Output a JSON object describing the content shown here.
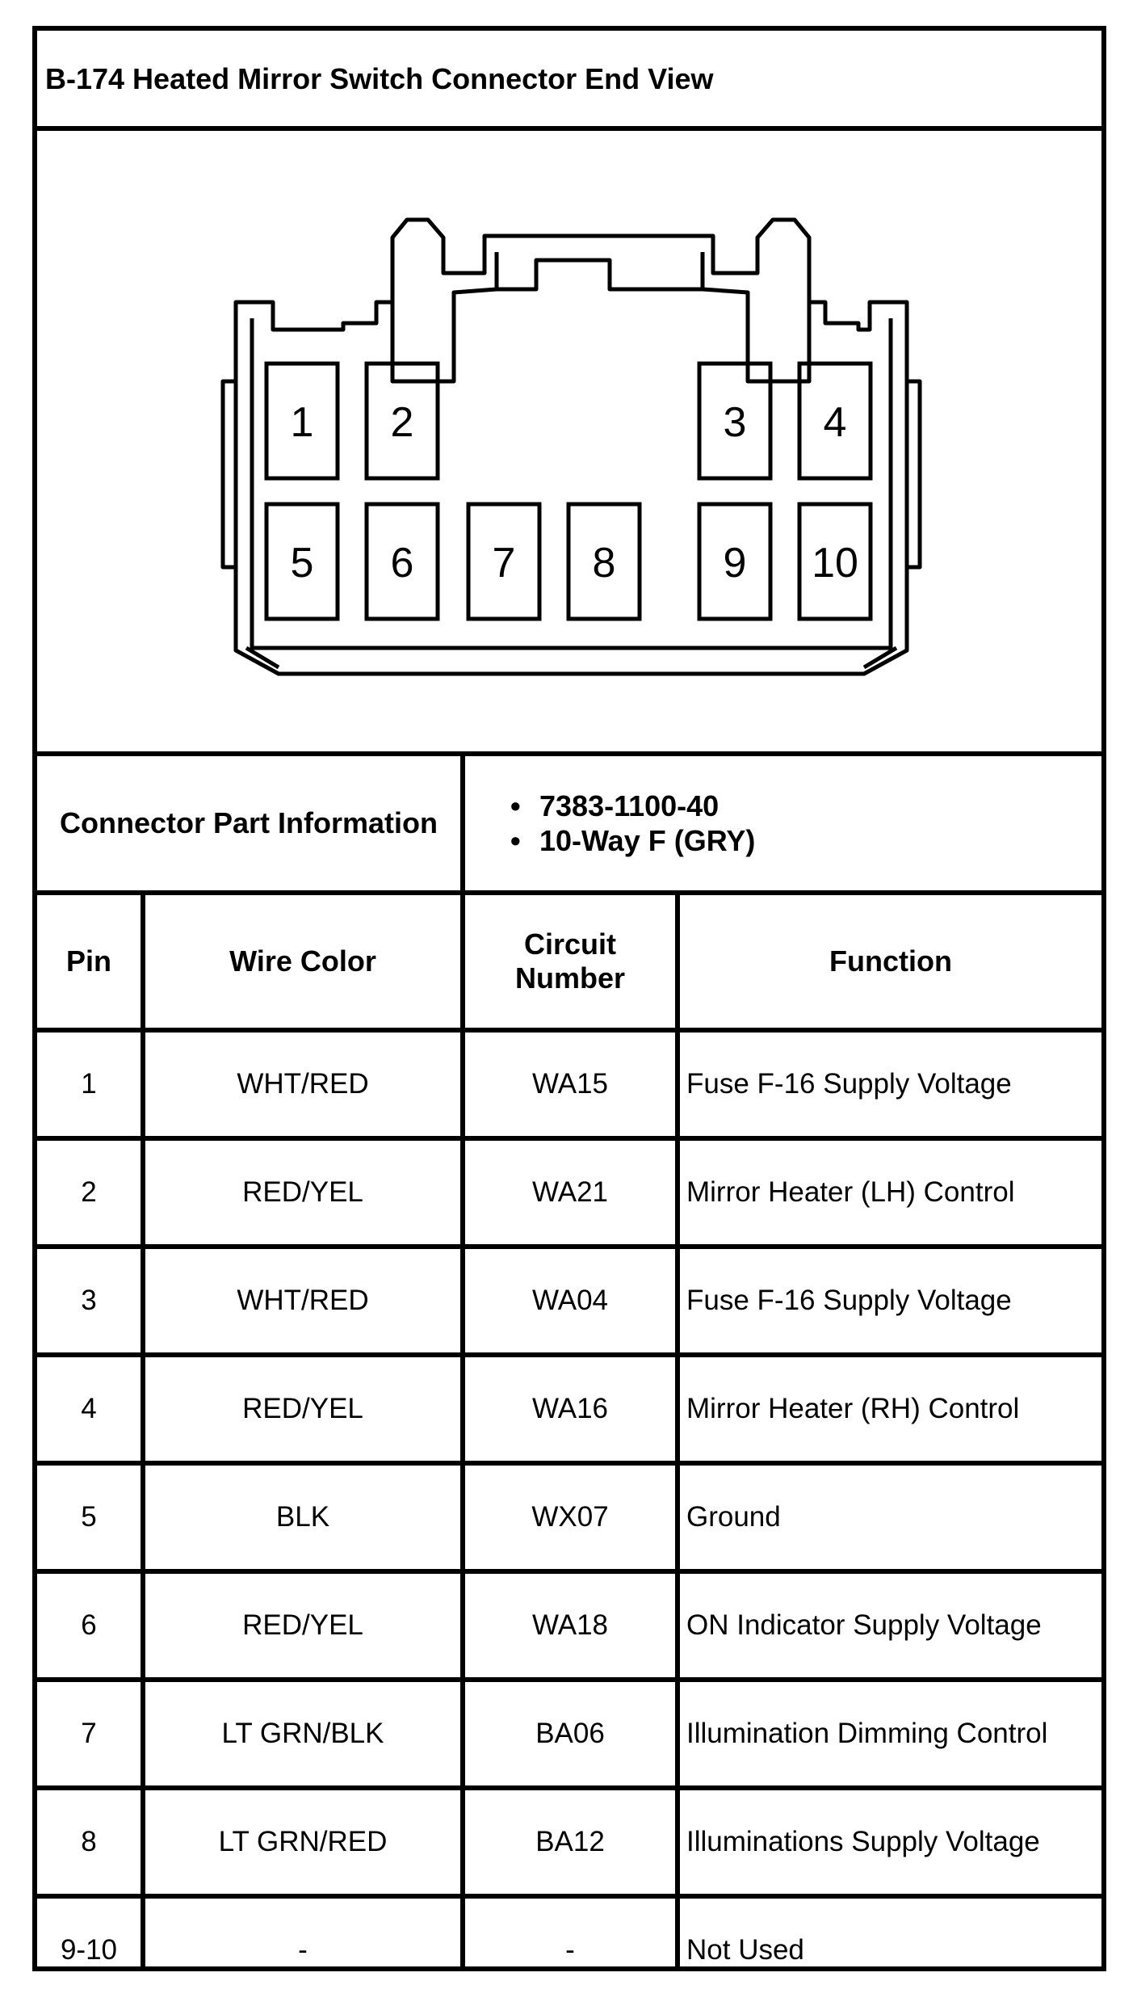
{
  "title": "B-174 Heated Mirror Switch Connector End View",
  "connector": {
    "pins_top": [
      "1",
      "2",
      "3",
      "4"
    ],
    "pins_bottom": [
      "5",
      "6",
      "7",
      "8",
      "9",
      "10"
    ]
  },
  "part_info": {
    "label": "Connector Part Information",
    "items": [
      "7383-1100-40",
      "10-Way F (GRY)"
    ]
  },
  "table": {
    "headers": {
      "pin": "Pin",
      "wire_color": "Wire Color",
      "circuit_line1": "Circuit",
      "circuit_line2": "Number",
      "function": "Function"
    },
    "rows": [
      {
        "pin": "1",
        "wire": "WHT/RED",
        "circuit": "WA15",
        "function": "Fuse F-16 Supply Voltage"
      },
      {
        "pin": "2",
        "wire": "RED/YEL",
        "circuit": "WA21",
        "function": "Mirror Heater (LH) Control"
      },
      {
        "pin": "3",
        "wire": "WHT/RED",
        "circuit": "WA04",
        "function": "Fuse F-16 Supply Voltage"
      },
      {
        "pin": "4",
        "wire": "RED/YEL",
        "circuit": "WA16",
        "function": "Mirror Heater (RH) Control"
      },
      {
        "pin": "5",
        "wire": "BLK",
        "circuit": "WX07",
        "function": "Ground"
      },
      {
        "pin": "6",
        "wire": "RED/YEL",
        "circuit": "WA18",
        "function": "ON Indicator Supply Voltage"
      },
      {
        "pin": "7",
        "wire": "LT GRN/BLK",
        "circuit": "BA06",
        "function": "Illumination Dimming Control"
      },
      {
        "pin": "8",
        "wire": "LT GRN/RED",
        "circuit": "BA12",
        "function": "Illuminations Supply Voltage"
      },
      {
        "pin": "9-10",
        "wire": "-",
        "circuit": "-",
        "function": "Not Used"
      }
    ]
  }
}
